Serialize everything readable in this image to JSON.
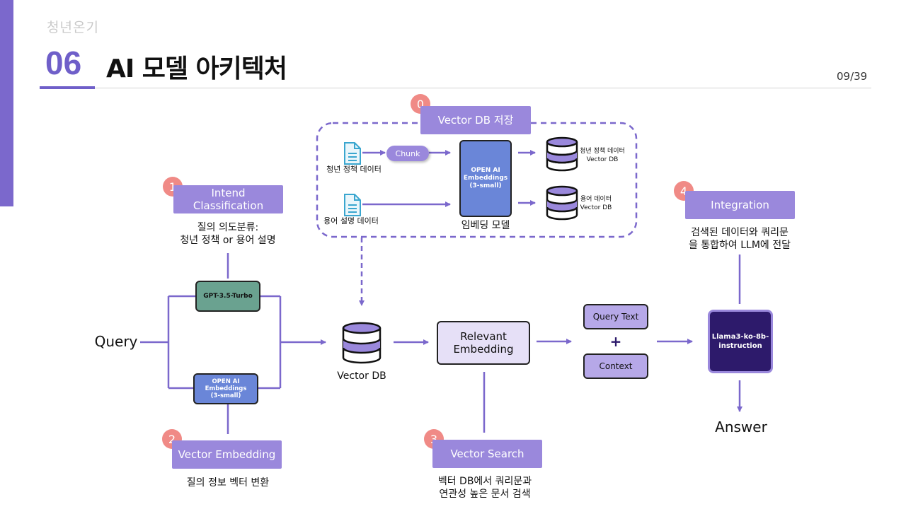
{
  "header": {
    "brand": "청년온기",
    "section_number": "06",
    "section_title": "AI 모델 아키텍처",
    "page": "09/39"
  },
  "colors": {
    "accent": "#6f5fc9",
    "label_bg": "#9a88dc",
    "badge": "#f08a86",
    "gpt_box": "#6aa290",
    "embed_box": "#6a86d8",
    "llama_box": "#2d1a6b"
  },
  "vector_store": {
    "step": "0",
    "label": "Vector DB 저장",
    "doc1_label": "청년 정책 데이터",
    "doc2_label": "용어 설명 데이터",
    "chunk_label": "Chunk",
    "model_box": "OPEN AI Embeddings (3-small)",
    "model_caption": "임베딩 모델",
    "db1_line1": "청년 정책 데이터",
    "db1_line2": "Vector DB",
    "db2_line1": "용어 데이터",
    "db2_line2": "Vector DB"
  },
  "step1": {
    "num": "1",
    "label_line1": "Intend",
    "label_line2": "Classification",
    "desc_line1": "질의 의도분류:",
    "desc_line2": "청년 정책 or 용어 설명"
  },
  "step2": {
    "num": "2",
    "label": "Vector Embedding",
    "desc": "질의 정보 벡터 변환"
  },
  "step3": {
    "num": "3",
    "label": "Vector Search",
    "desc_line1": "벡터 DB에서 쿼리문과",
    "desc_line2": "연관성 높은 문서 검색"
  },
  "step4": {
    "num": "4",
    "label": "Integration",
    "desc_line1": "검색된 데이터와 쿼리문",
    "desc_line2": "을 통합하여 LLM에 전달"
  },
  "flow": {
    "query": "Query",
    "gpt_box": "GPT-3.5-Turbo",
    "embed_box_line1": "OPEN AI",
    "embed_box_line2": "Embeddings",
    "embed_box_line3": "(3-small)",
    "vector_db": "Vector DB",
    "relevant_line1": "Relevant",
    "relevant_line2": "Embedding",
    "query_text": "Query Text",
    "plus": "+",
    "context": "Context",
    "llm_line1": "Llama3-ko-8b-",
    "llm_line2": "instruction",
    "answer": "Answer"
  }
}
